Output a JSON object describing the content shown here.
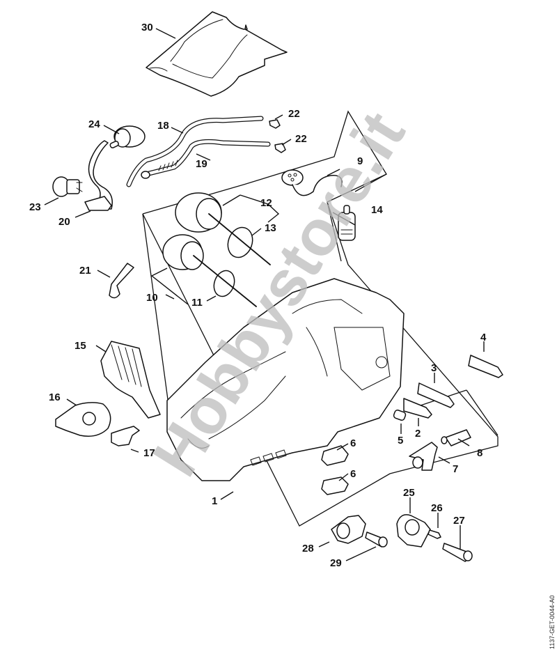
{
  "diagram": {
    "type": "exploded-parts-diagram",
    "subject": "Chainsaw crankcase and related parts",
    "document_reference": "1137-GET-0044-A0",
    "watermark": "Hobbystore.it",
    "callouts": [
      {
        "id": "1",
        "label": "1",
        "part": "crankcase"
      },
      {
        "id": "2",
        "label": "2",
        "part": "stud"
      },
      {
        "id": "3",
        "label": "3",
        "part": "stud"
      },
      {
        "id": "4",
        "label": "4",
        "part": "stud"
      },
      {
        "id": "5",
        "label": "5",
        "part": "sleeve"
      },
      {
        "id": "6a",
        "label": "6",
        "part": "rubber buffer"
      },
      {
        "id": "6b",
        "label": "6",
        "part": "rubber buffer"
      },
      {
        "id": "7",
        "label": "7",
        "part": "oil hose"
      },
      {
        "id": "8",
        "label": "8",
        "part": "filter pickup"
      },
      {
        "id": "9",
        "label": "9",
        "part": "hose / elbow connector"
      },
      {
        "id": "10",
        "label": "10",
        "part": "oil seal kit"
      },
      {
        "id": "11",
        "label": "11",
        "part": "o-ring"
      },
      {
        "id": "12",
        "label": "12",
        "part": "oil seal kit"
      },
      {
        "id": "13",
        "label": "13",
        "part": "o-ring"
      },
      {
        "id": "14",
        "label": "14",
        "part": "pickup body"
      },
      {
        "id": "15",
        "label": "15",
        "part": "guide plate"
      },
      {
        "id": "16",
        "label": "16",
        "part": "bearing / bracket"
      },
      {
        "id": "17",
        "label": "17",
        "part": "clip"
      },
      {
        "id": "18",
        "label": "18",
        "part": "fuel hose"
      },
      {
        "id": "19",
        "label": "19",
        "part": "fuel hose with spring"
      },
      {
        "id": "20",
        "label": "20",
        "part": "bracket hose"
      },
      {
        "id": "21",
        "label": "21",
        "part": "impulse hose"
      },
      {
        "id": "22a",
        "label": "22",
        "part": "elbow connector"
      },
      {
        "id": "22b",
        "label": "22",
        "part": "elbow connector"
      },
      {
        "id": "23",
        "label": "23",
        "part": "valve"
      },
      {
        "id": "24",
        "label": "24",
        "part": "fuel filter / valve"
      },
      {
        "id": "25",
        "label": "25",
        "part": "bearing bracket"
      },
      {
        "id": "26",
        "label": "26",
        "part": "screw"
      },
      {
        "id": "27",
        "label": "27",
        "part": "collar screw"
      },
      {
        "id": "28",
        "label": "28",
        "part": "bracket"
      },
      {
        "id": "29",
        "label": "29",
        "part": "screw"
      },
      {
        "id": "30",
        "label": "30",
        "part": "cover plate"
      }
    ]
  }
}
